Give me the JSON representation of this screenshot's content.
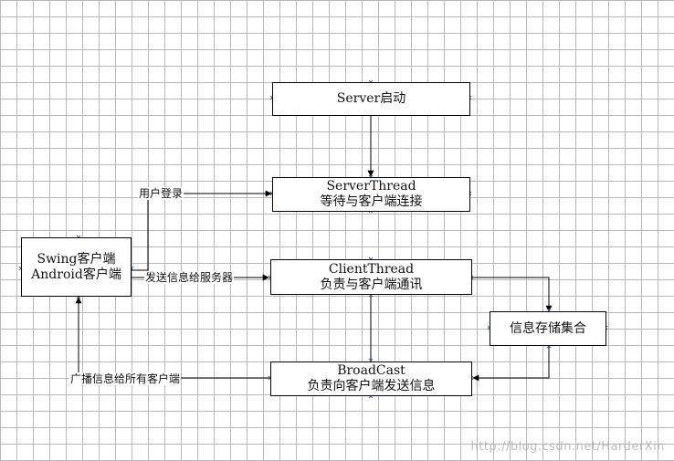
{
  "nodes": {
    "server_start": {
      "lines": [
        "Server启动"
      ]
    },
    "server_thread": {
      "lines": [
        "ServerThread",
        "等待与客户端连接"
      ]
    },
    "client": {
      "lines": [
        "Swing客户端",
        "Android客户端"
      ]
    },
    "client_thread": {
      "lines": [
        "ClientThread",
        "负责与客户端通讯"
      ]
    },
    "info_store": {
      "lines": [
        "信息存储集合"
      ]
    },
    "broadcast": {
      "lines": [
        "BroadCast",
        "负责向客户端发送信息"
      ]
    }
  },
  "edges": {
    "login": {
      "label": "用户登录"
    },
    "send": {
      "label": "发送信息给服务器"
    },
    "broadcast_all": {
      "label": "广播信息给所有客户端"
    }
  },
  "watermark": "http://blog.csdn.net/HarderXin"
}
